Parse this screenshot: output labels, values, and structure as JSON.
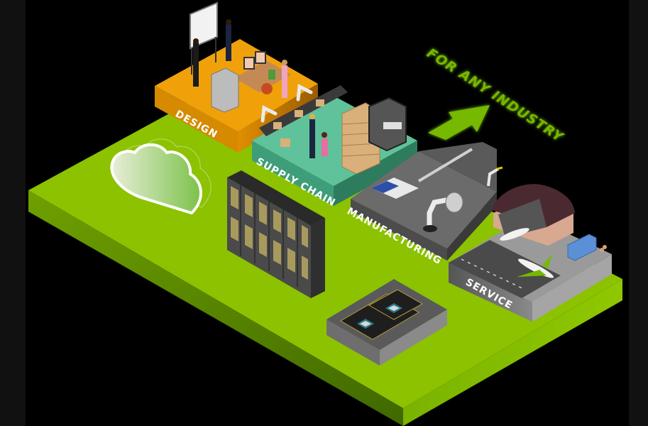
{
  "headline": "FOR ANY INDUSTRY",
  "platforms": [
    {
      "id": "design",
      "label": "DESIGN",
      "top_color": "#f0a10a",
      "side_color": "#b06a00"
    },
    {
      "id": "supply-chain",
      "label": "SUPPLY CHAIN",
      "top_color": "#5fc29a",
      "side_color": "#2e8a68"
    },
    {
      "id": "manufacturing",
      "label": "MANUFACTURING",
      "top_color": "#6b6b6b",
      "side_color": "#3f3f3f"
    },
    {
      "id": "service",
      "label": "SERVICE",
      "top_color": "#9a9a9a",
      "side_color": "#5c5c5c"
    }
  ],
  "base": {
    "top_color": "#8cc200",
    "side_color": "#5f8f00"
  },
  "accent_color": "#76b900",
  "elements": {
    "cloud": "cloud-icon",
    "servers": "server-rack-icon",
    "gpu_modules": "gpu-module-icon",
    "arrow": "arrow-up-right-icon"
  }
}
